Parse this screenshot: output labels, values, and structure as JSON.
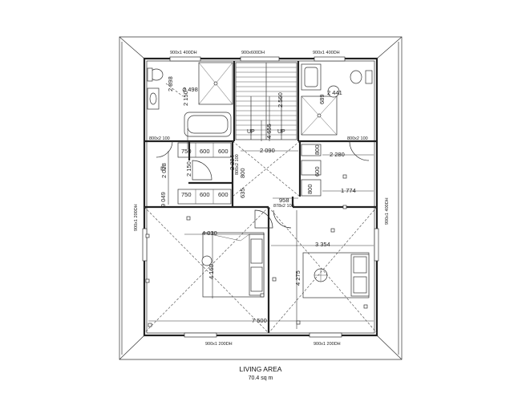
{
  "title": "LIVING AREA",
  "area": "70.4 sq m",
  "windows": {
    "top_left": "900x1 400DH",
    "top_middle": "900x600DH",
    "top_right": "900x1 400DH",
    "bottom_left": "900x1 200DH",
    "bottom_right": "900x1 200DH",
    "left_side": "900x1 200DH",
    "right_side": "900x1 400DH",
    "small_left": "800x2 100",
    "small_right": "800x2 100",
    "small_center": "800x2 100",
    "door_small": "878x2 100"
  },
  "dimensions": {
    "d_2498": "2 498",
    "d_2441": "2 441",
    "d_2150": "2 150",
    "d_2560": "2 560",
    "d_4655": "4 655",
    "d_2090": "2 090",
    "d_2280": "2 280",
    "d_750a": "750",
    "d_600a": "600",
    "d_600b": "600",
    "d_750b": "750",
    "d_600c": "600",
    "d_600d": "600",
    "d_800a": "800",
    "d_600e": "600",
    "d_800b": "800",
    "d_2898": "2 898",
    "d_2028": "2 028",
    "d_9049": "9 049",
    "d_2150b": "2 150",
    "d_1774": "1 774",
    "d_958": "958",
    "d_635": "635",
    "d_800c": "800",
    "d_2284": "2 284",
    "d_4030": "4 030",
    "d_3354": "3 354",
    "d_4160": "4 160",
    "d_4275": "4 275",
    "d_7500": "7 500",
    "d_689": "689"
  },
  "stair_labels": {
    "up1": "UP",
    "up2": "UP"
  }
}
